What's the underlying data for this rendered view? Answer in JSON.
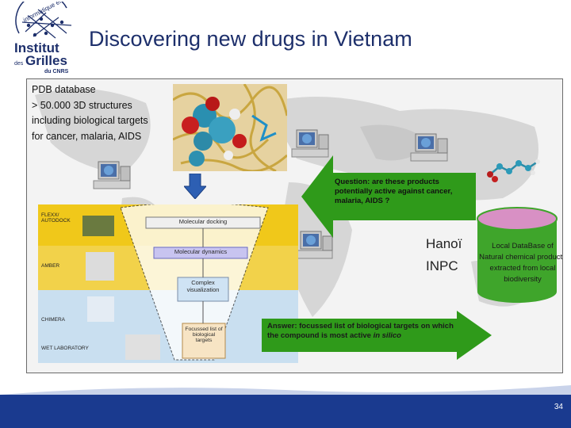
{
  "slide": {
    "title": "Discovering new drugs in Vietnam",
    "page_number": "34"
  },
  "logo": {
    "line1": "Institut",
    "line2_prefix": "des",
    "line2": "Grilles",
    "line3": "du CNRS",
    "arc_text": "informatique en"
  },
  "pdb": {
    "lines": [
      "PDB database",
      "> 50.000 3D structures",
      "including  biological targets",
      "for cancer, malaria, AIDS"
    ]
  },
  "funnel": {
    "left_labels": [
      "FLEXX/ AUTODOCK",
      "AMBER",
      "CHIMERA",
      "WET LABORATORY"
    ],
    "stages": [
      "Molecular docking",
      "Molecular dynamics",
      "Complex visualization",
      "Focussed list of biological targets"
    ]
  },
  "question": {
    "text": "Question: are these products potentially active against cancer, malaria, AIDS ?"
  },
  "location": {
    "city": "Hanoï",
    "institute": "INPC"
  },
  "database": {
    "text": "Local DataBase of Natural chemical products extracted from  local biodiversity"
  },
  "answer": {
    "text_prefix": "Answer: focussed list of biological targets on which the compound is most active",
    "text_italic": "in silico"
  },
  "colors": {
    "title": "#1d2f6b",
    "footer": "#1a3a8f",
    "arrow_green": "#2f9a1a",
    "db_green": "#3fa52b",
    "db_top": "#d890c4",
    "funnel_yellow": "#f0c81a",
    "funnel_blue": "#c9dff0"
  }
}
